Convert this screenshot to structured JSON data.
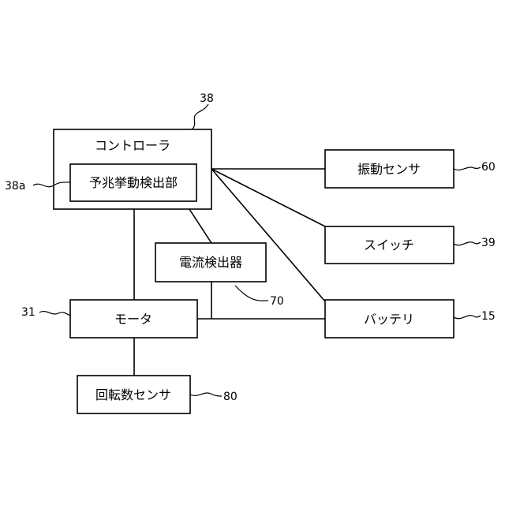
{
  "blocks": {
    "controller": {
      "label": "コントローラ",
      "ref": "38"
    },
    "precursor_detector": {
      "label": "予兆挙動検出部",
      "ref": "38a"
    },
    "vibration_sensor": {
      "label": "振動センサ",
      "ref": "60"
    },
    "switch": {
      "label": "スイッチ",
      "ref": "39"
    },
    "current_detector": {
      "label": "電流検出器",
      "ref": "70"
    },
    "motor": {
      "label": "モータ",
      "ref": "31"
    },
    "battery": {
      "label": "バッテリ",
      "ref": "15"
    },
    "rpm_sensor": {
      "label": "回転数センサ",
      "ref": "80"
    }
  },
  "connections": [
    [
      "controller",
      "vibration_sensor"
    ],
    [
      "controller",
      "switch"
    ],
    [
      "controller",
      "battery"
    ],
    [
      "controller",
      "current_detector"
    ],
    [
      "controller",
      "motor"
    ],
    [
      "current_detector",
      "motor"
    ],
    [
      "motor",
      "battery"
    ],
    [
      "motor",
      "rpm_sensor"
    ]
  ]
}
